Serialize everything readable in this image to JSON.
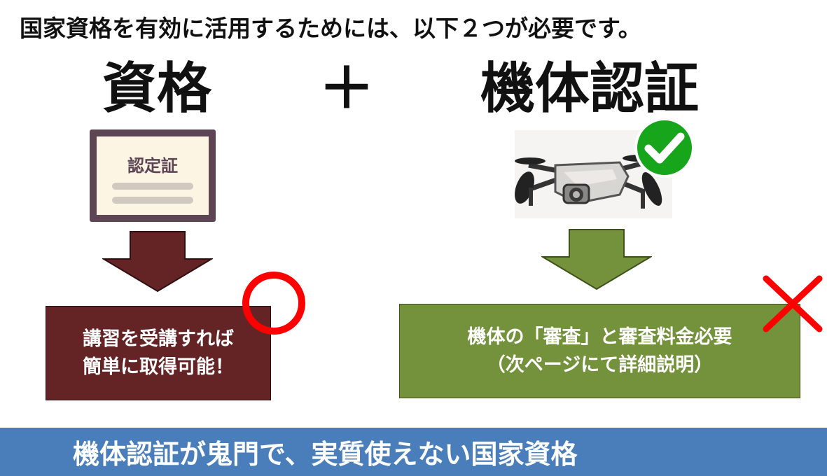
{
  "headline": "国家資格を有効に活用するためには、以下２つが必要です。",
  "left": {
    "title": "資格",
    "certificate_label": "認定証",
    "box_line1": "講習を受講すれば",
    "box_line2": "簡単に取得可能！",
    "mark": "circle-icon"
  },
  "plus": "＋",
  "right": {
    "title": "機体認証",
    "box_line1": "機体の「審査」と審査料金必要",
    "box_line2": "（次ページにて詳細説明）",
    "mark": "cross-icon"
  },
  "footer": "機体認証が鬼門で、実質使えない国家資格",
  "colors": {
    "left_arrow": "#642426",
    "right_arrow": "#74913b",
    "check_badge": "#17a51b",
    "mark_red": "#ff0000",
    "footer_bg": "#4a7ebb"
  }
}
